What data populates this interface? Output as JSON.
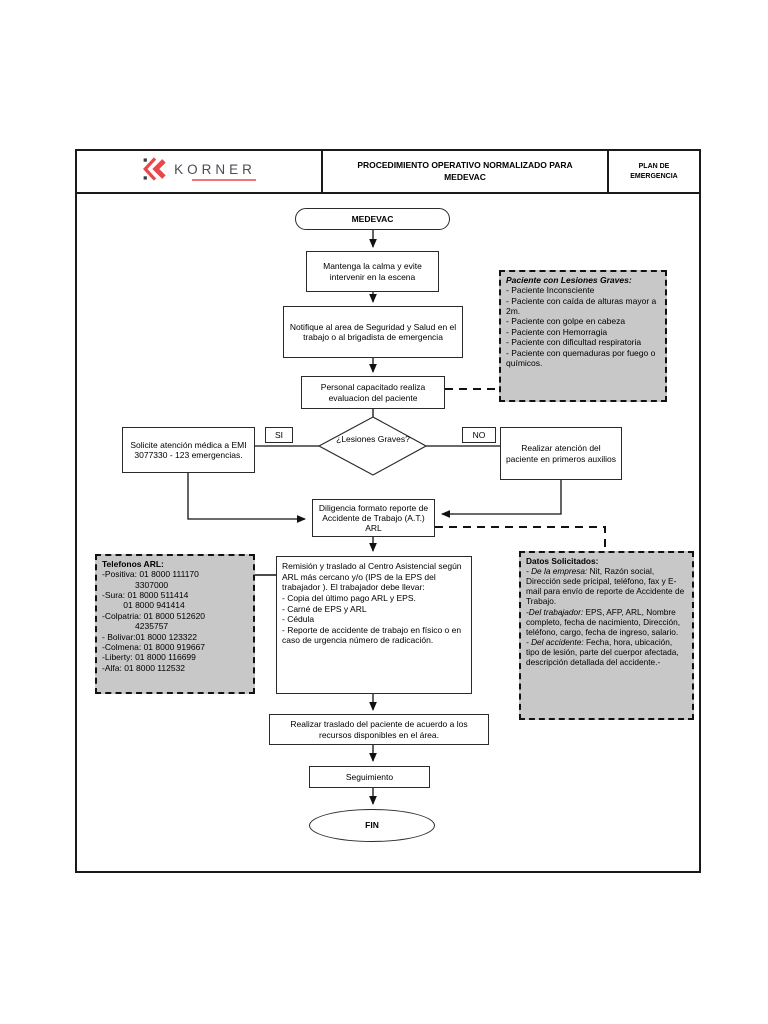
{
  "header": {
    "logo_brand": "KORNER",
    "title_line1": "PROCEDIMIENTO OPERATIVO NORMALIZADO PARA",
    "title_line2": "MEDEVAC",
    "badge": "PLAN DE EMERGENCIA"
  },
  "flow": {
    "start": "MEDEVAC",
    "calm": "Mantenga la calma y evite intervenir en la escena",
    "notify": "Notifique al area de Seguridad y Salud en el trabajo o al brigadista de emergencia",
    "evaluate": "Personal capacitado realiza evaluacion del paciente",
    "decision": "¿Lesiones Graves?",
    "yes": "SI",
    "no": "NO",
    "call_emi": "Solicite atención médica a EMI 3077330 - 123 emergencias.",
    "first_aid": "Realizar atención del paciente en primeros auxilios",
    "report": "Diligencia formato reporte de Accidente de Trabajo (A.T.) ARL",
    "remission": [
      "Remisión y traslado al Centro Asistencial según ARL más cercano y/o (IPS  de la EPS del trabajador ). El trabajador debe llevar:",
      "- Copia del último pago ARL y EPS.",
      "- Carné de EPS y ARL",
      "- Cédula",
      "- Reporte de accidente de trabajo en físico o en caso de urgencia número de radicación."
    ],
    "transfer": "Realizar traslado del paciente de acuerdo a los recursos disponibles en el área.",
    "follow_up": "Seguimiento",
    "end": "FIN"
  },
  "notes": {
    "injuries": {
      "title": "Paciente con Lesiones Graves:",
      "items": [
        "- Paciente Inconsciente",
        "- Paciente con caída de alturas mayor a 2m.",
        "- Paciente con golpe en cabeza",
        "- Paciente con Hemorragia",
        "- Paciente con dificultad respiratoria",
        "- Paciente con quemaduras por fuego o químicos."
      ]
    },
    "phones": {
      "title": "Telefonos ARL:",
      "lines": [
        "-Positiva: 01 8000 111170",
        "              3307000",
        "-Sura: 01 8000 511414",
        "         01 8000 941414",
        "-Colpatria: 01 8000 512620",
        "              4235757",
        "- Bolivar:01 8000 123322",
        "-Colmena: 01 8000 919667",
        "-Liberty: 01 8000 116699",
        "-Alfa: 01 8000 112532"
      ]
    },
    "data_requested": {
      "title": "Datos Solicitados:",
      "items": [
        {
          "lead": "- De la empresa:",
          "text": " Nit, Razón social, Dirección sede pricipal, teléfono, fax y E-mail para envío de reporte de Accidente de Trabajo."
        },
        {
          "lead": "-Del trabajador:",
          "text": " EPS, AFP, ARL, Nombre completo, fecha de nacimiento, Dirección, teléfono, cargo, fecha de ingreso, salario."
        },
        {
          "lead": "- Del accidente:",
          "text": " Fecha, hora, ubicación, tipo de lesión, parte del cuerpor afectada, descripción detallada del accidente.-"
        }
      ]
    }
  },
  "colors": {
    "logo_red": "#e8474b",
    "note_gray": "#c8c8c8",
    "line_black": "#1a1a1a"
  }
}
